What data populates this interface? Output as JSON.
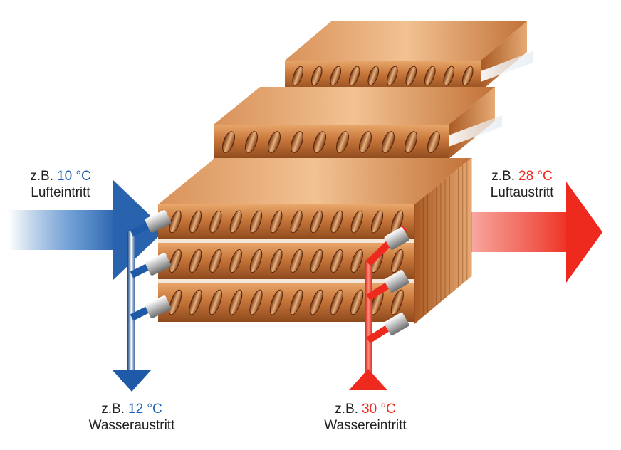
{
  "colors": {
    "cold": "#1f63b5",
    "hot": "#ee2a1e",
    "copper_light": "#f0b27a",
    "copper_mid": "#c46a2c",
    "copper_dark": "#7a3814"
  },
  "labels": {
    "air_inlet": {
      "prefix": "z.B.",
      "temperature": "10 °C",
      "caption": "Lufteintritt"
    },
    "air_outlet": {
      "prefix": "z.B.",
      "temperature": "28 °C",
      "caption": "Luftaustritt"
    },
    "water_outlet": {
      "prefix": "z.B.",
      "temperature": "12 °C",
      "caption": "Wasseraustritt"
    },
    "water_inlet": {
      "prefix": "z.B.",
      "temperature": "30 °C",
      "caption": "Wassereintritt"
    }
  },
  "icons": {
    "air_inlet_arrow": "arrow-right-icon",
    "air_outlet_arrow": "arrow-right-icon",
    "water_outlet_arrow": "arrow-down-icon",
    "water_inlet_arrow": "arrow-up-icon",
    "explode_arrow": "double-arrow-icon"
  }
}
